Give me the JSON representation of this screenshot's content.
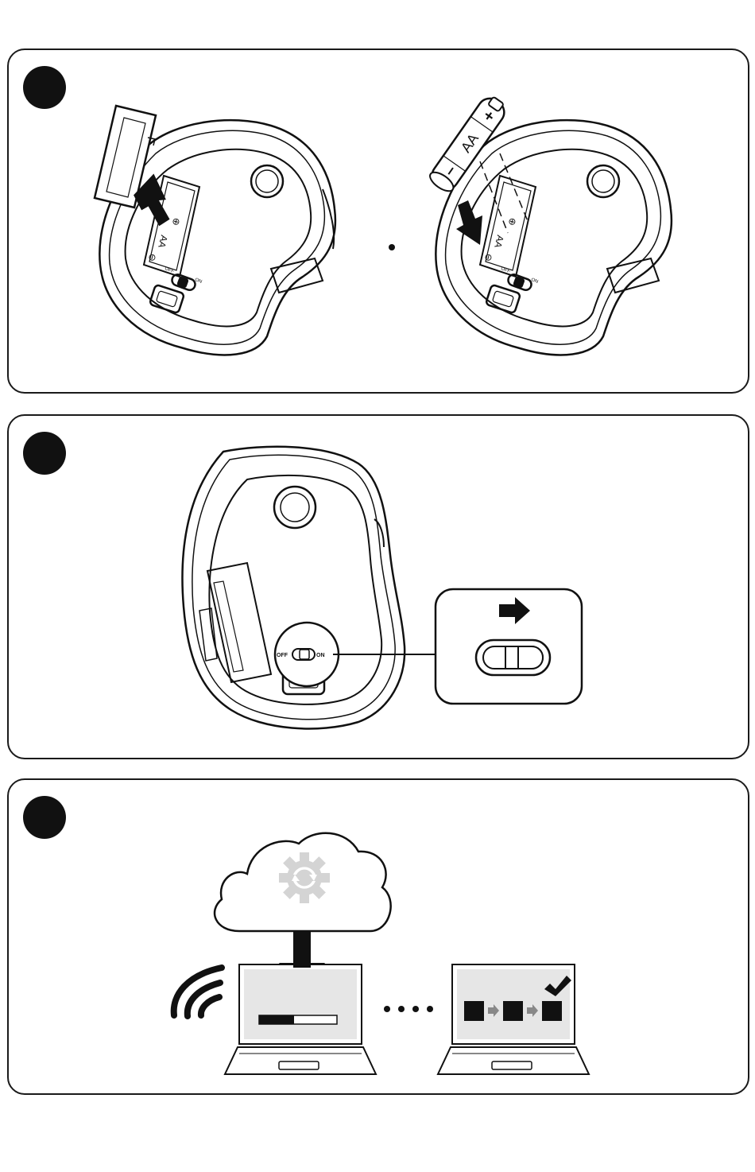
{
  "steps": [
    {
      "battery": {
        "label": "AA",
        "plus": "+",
        "minus": "–"
      },
      "compartment": {
        "label": "AA",
        "plus": "⊕",
        "minus": "⊖"
      },
      "switch": {
        "off": "OFF",
        "on": "ON"
      }
    },
    {
      "switch": {
        "off": "OFF",
        "on": "ON"
      }
    },
    {}
  ],
  "colors": {
    "ink": "#111111",
    "screen": "#e6e6e6",
    "gear": "#d4d4d4",
    "arrow_gray": "#888888"
  }
}
